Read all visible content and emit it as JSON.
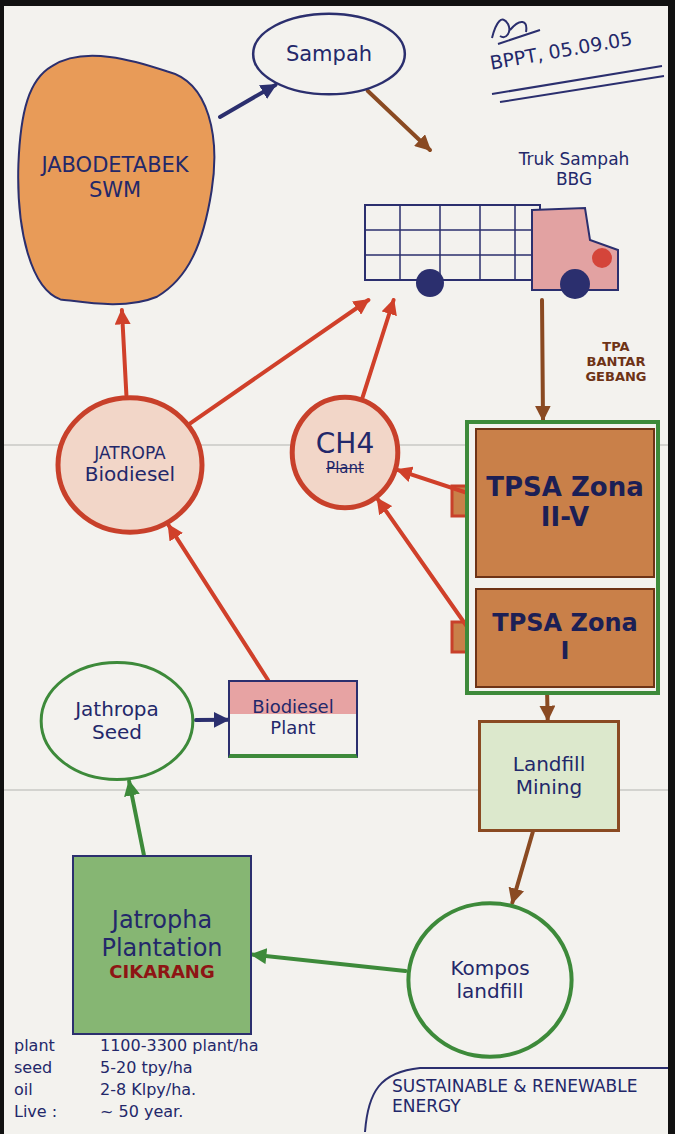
{
  "diagram": {
    "nodes": [
      {
        "text": [
          "JABODETABEK SWM"
        ]
      },
      {
        "text": [
          "Sampah"
        ]
      },
      {
        "text": [
          "Truk Sampah BBG"
        ]
      },
      {
        "text": [
          "TPA BANTAR GEBANG"
        ]
      },
      {
        "text": [
          "TPSA Zona II-V"
        ],
        "in": 3
      },
      {
        "text": [
          "TPSA Zona I"
        ],
        "in": 3
      },
      {
        "text": [
          "JATROPA",
          "Biodiesel"
        ]
      },
      {
        "text": [
          "CH4",
          "Plant"
        ]
      },
      {
        "text": [
          "Jathropa Seed"
        ]
      },
      {
        "text": [
          "Biodiesel Plant"
        ]
      },
      {
        "text": [
          "Landfill Mining"
        ]
      },
      {
        "text": [
          "Jatropha Plantation",
          "CIKARANG"
        ]
      },
      {
        "text": [
          "Kompos landfill"
        ]
      }
    ],
    "edges": [
      {
        "from": 0,
        "to": 1,
        "arrow": "to"
      },
      {
        "from": 1,
        "to": 2,
        "arrow": "to"
      },
      {
        "from": 2,
        "to": 3,
        "arrow": "to"
      },
      {
        "from": 4,
        "to": 7,
        "arrow": "to"
      },
      {
        "from": 5,
        "to": 7,
        "arrow": "to"
      },
      {
        "from": 7,
        "to": 2,
        "arrow": "to"
      },
      {
        "from": 6,
        "to": 2,
        "arrow": "to"
      },
      {
        "from": 6,
        "to": 0,
        "arrow": "to"
      },
      {
        "from": 9,
        "to": 6,
        "arrow": "to"
      },
      {
        "from": 8,
        "to": 9,
        "arrow": "to"
      },
      {
        "from": 11,
        "to": 8,
        "arrow": "to"
      },
      {
        "from": 12,
        "to": 11,
        "arrow": "to"
      },
      {
        "from": 10,
        "to": 12,
        "arrow": "to"
      },
      {
        "from": 5,
        "to": 10,
        "arrow": "to"
      }
    ],
    "labels": [
      "BPPT, 05.09.05",
      "plant",
      "1100-3300 plant/ha",
      "seed",
      "5-20 tpy/ha",
      "oil",
      "2-8 Klpy/ha.",
      "Live :",
      "~ 50 year.",
      "SUSTAINABLE & RENEWABLE ENERGY"
    ]
  }
}
